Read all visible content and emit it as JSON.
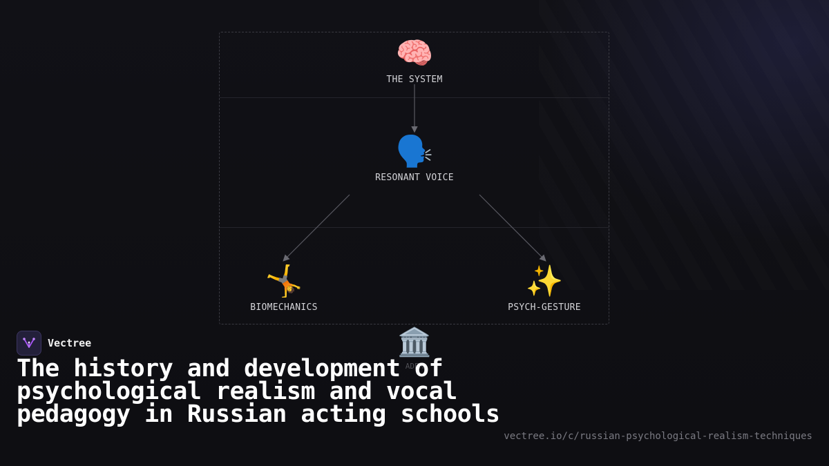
{
  "diagram": {
    "nodes": [
      {
        "id": "system",
        "icon": "brain-icon",
        "emoji": "🧠",
        "label": "THE SYSTEM"
      },
      {
        "id": "voice",
        "icon": "speaking-head-icon",
        "emoji": "🗣️",
        "label": "RESONANT VOICE"
      },
      {
        "id": "biomech",
        "icon": "cartwheel-icon",
        "emoji": "🤸",
        "label": "BIOMECHANICS"
      },
      {
        "id": "gesture",
        "icon": "sparkles-icon",
        "emoji": "✨",
        "label": "PSYCH-GESTURE"
      }
    ],
    "edges": [
      {
        "from": "system",
        "to": "voice"
      },
      {
        "from": "voice",
        "to": "biomech"
      },
      {
        "from": "voice",
        "to": "gesture"
      }
    ],
    "partial_node": {
      "icon": "classical-building-icon",
      "emoji": "🏛️",
      "label": "ADEM"
    }
  },
  "brand": {
    "name": "Vectree",
    "logo_icon": "vectree-logo-icon",
    "accent": "#a855f7"
  },
  "title": "The history and development of psychological realism and vocal pedagogy in Russian acting schools",
  "url": "vectree.io/c/russian-psychological-realism-techniques"
}
